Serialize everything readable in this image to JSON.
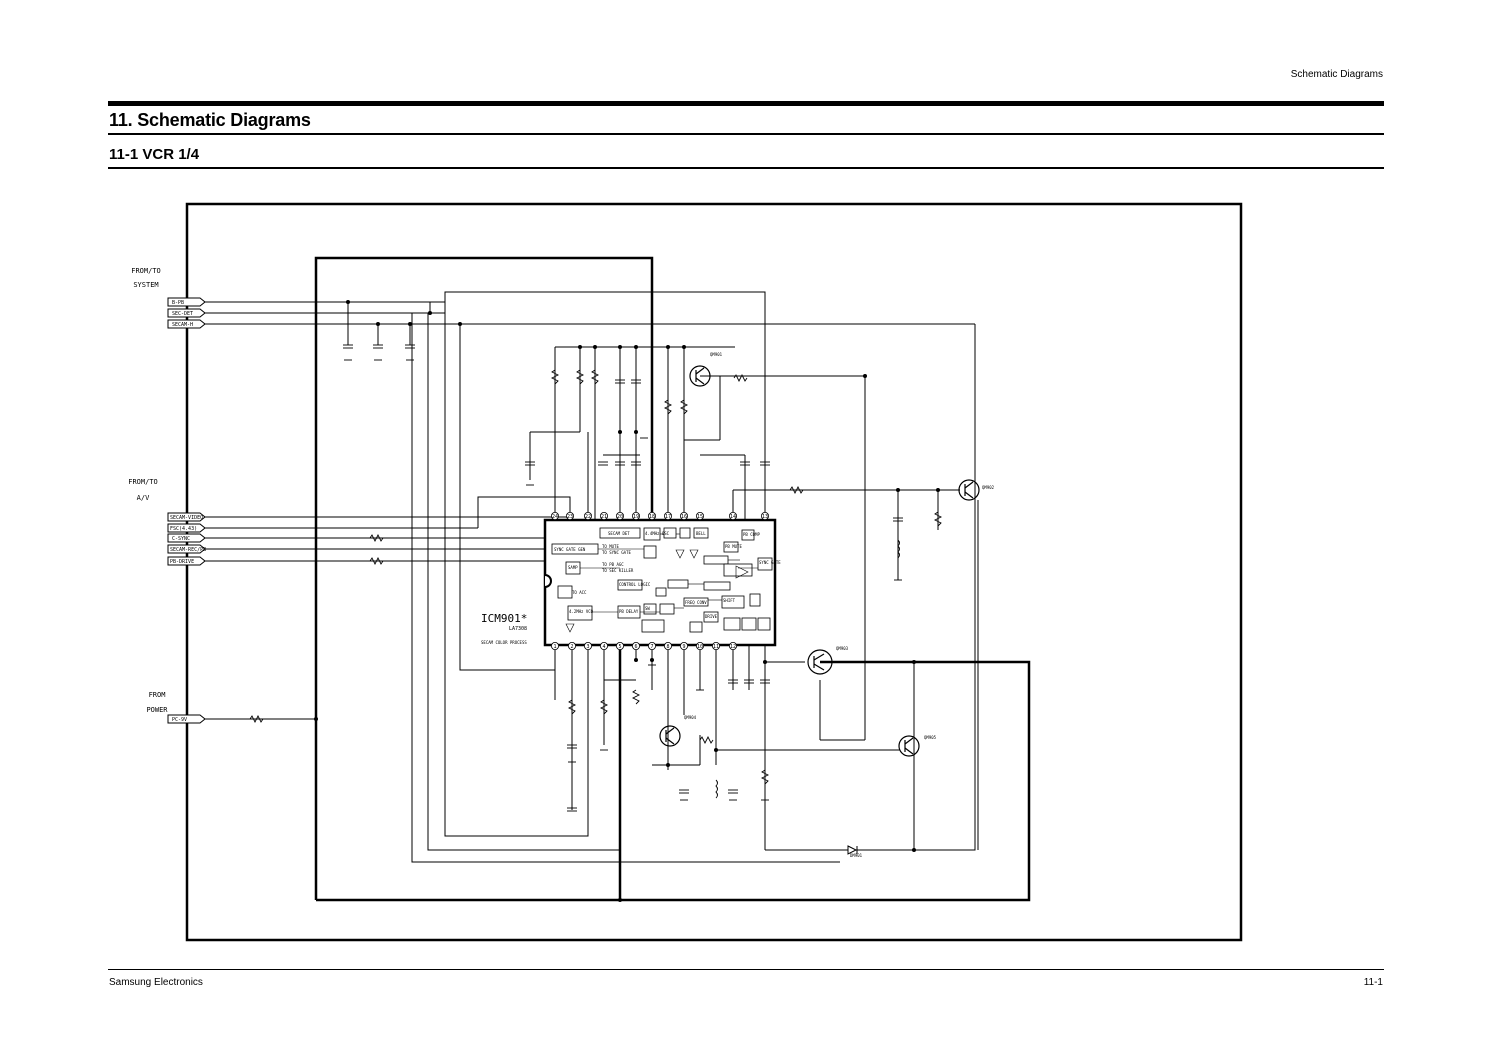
{
  "header": {
    "section": "Schematic Diagrams"
  },
  "title": "11. Schematic Diagrams",
  "subtitle": "11-1 VCR  1/4",
  "footer": {
    "company": "Samsung Electronics",
    "page": "11-1"
  },
  "diagram": {
    "ic_name": "ICM901*",
    "ic_part": "LA7308",
    "ic_note": "SECAM COLOR PROCESS",
    "groups": {
      "system": [
        "FROM/TO",
        "SYSTEM"
      ],
      "av": [
        "FROM/TO",
        "A/V"
      ],
      "power": [
        "FROM",
        "POWER"
      ]
    },
    "connectors": [
      "B-PB",
      "SEC-DET",
      "SECAM-H",
      "SECAM-VIDEO",
      "FSC(4.43)",
      "C-SYNC",
      "SECAM-REC/PB",
      "PB-DRIVE",
      "PC-9V"
    ],
    "pins_top": [
      "24",
      "23",
      "22",
      "21",
      "20",
      "19",
      "18",
      "17",
      "16",
      "15",
      "14",
      "13"
    ],
    "pins_bottom": [
      "1",
      "2",
      "3",
      "4",
      "5",
      "6",
      "7",
      "8",
      "9",
      "10",
      "11",
      "12"
    ],
    "blocks": [
      "SYNC GATE GEN",
      "SECAM DET",
      "4.4MHz OSC",
      "BELL",
      "SAMP",
      "PB MUTE",
      "PB COMP",
      "SYNC GATE",
      "TO MUTE",
      "TO SYNC GATE",
      "TO PB AGC",
      "TO SEC KILLER",
      "CONTROL LOGIC",
      "4.2MHz VCO",
      "PB DELAY",
      "FREQ CONV",
      "SW",
      "TO ACC",
      "SHIFT",
      "DRIVE"
    ],
    "transistors": [
      "QM901",
      "QM902",
      "QM903",
      "QM904",
      "QM905"
    ],
    "diodes": [
      "DM901"
    ]
  }
}
